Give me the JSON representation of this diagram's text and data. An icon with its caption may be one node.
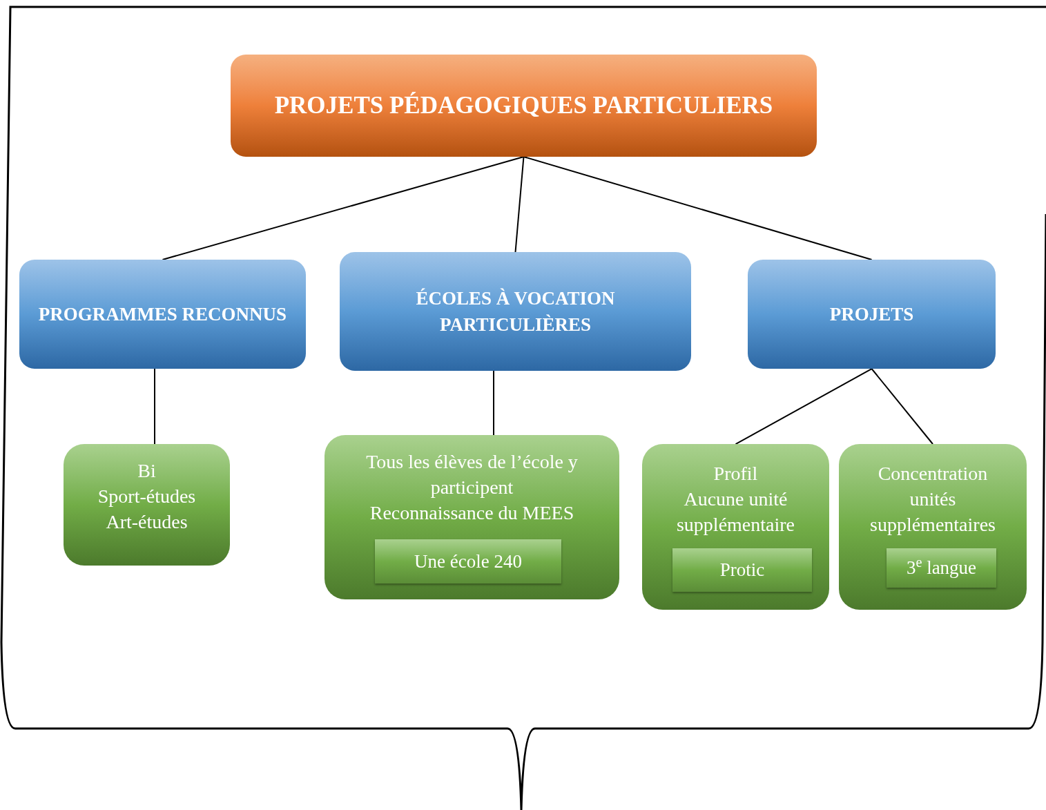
{
  "diagram": {
    "nodes": [
      {
        "text": [
          "PROJETS PÉDAGOGIQUES PARTICULIERS"
        ]
      },
      {
        "text": [
          "PROGRAMMES RECONNUS"
        ]
      },
      {
        "text": [
          "ÉCOLES À VOCATION PARTICULIÈRES"
        ]
      },
      {
        "text": [
          "PROJETS"
        ]
      },
      {
        "text": [
          "Bi",
          "Sport-études",
          "Art-études"
        ]
      },
      {
        "text": [
          "Tous les élèves de l’école y participent",
          "Reconnaissance du MEES"
        ]
      },
      {
        "text": [
          "Une école 240"
        ],
        "in": 5
      },
      {
        "text": [
          "Profil",
          "Aucune unité supplémentaire"
        ]
      },
      {
        "text": [
          "Protic"
        ],
        "in": 7
      },
      {
        "text": [
          "Concentration",
          "unités supplémentaires"
        ]
      },
      {
        "text": [
          "3$^{e}$ langue"
        ],
        "in": 9
      }
    ],
    "edges": [
      {
        "from": 0,
        "to": 1,
        "arrow": "none"
      },
      {
        "from": 0,
        "to": 2,
        "arrow": "none"
      },
      {
        "from": 0,
        "to": 3,
        "arrow": "none"
      },
      {
        "from": 1,
        "to": 4,
        "arrow": "none"
      },
      {
        "from": 2,
        "to": 5,
        "arrow": "none"
      },
      {
        "from": 3,
        "to": 7,
        "arrow": "none"
      },
      {
        "from": 3,
        "to": 9,
        "arrow": "none"
      }
    ]
  }
}
